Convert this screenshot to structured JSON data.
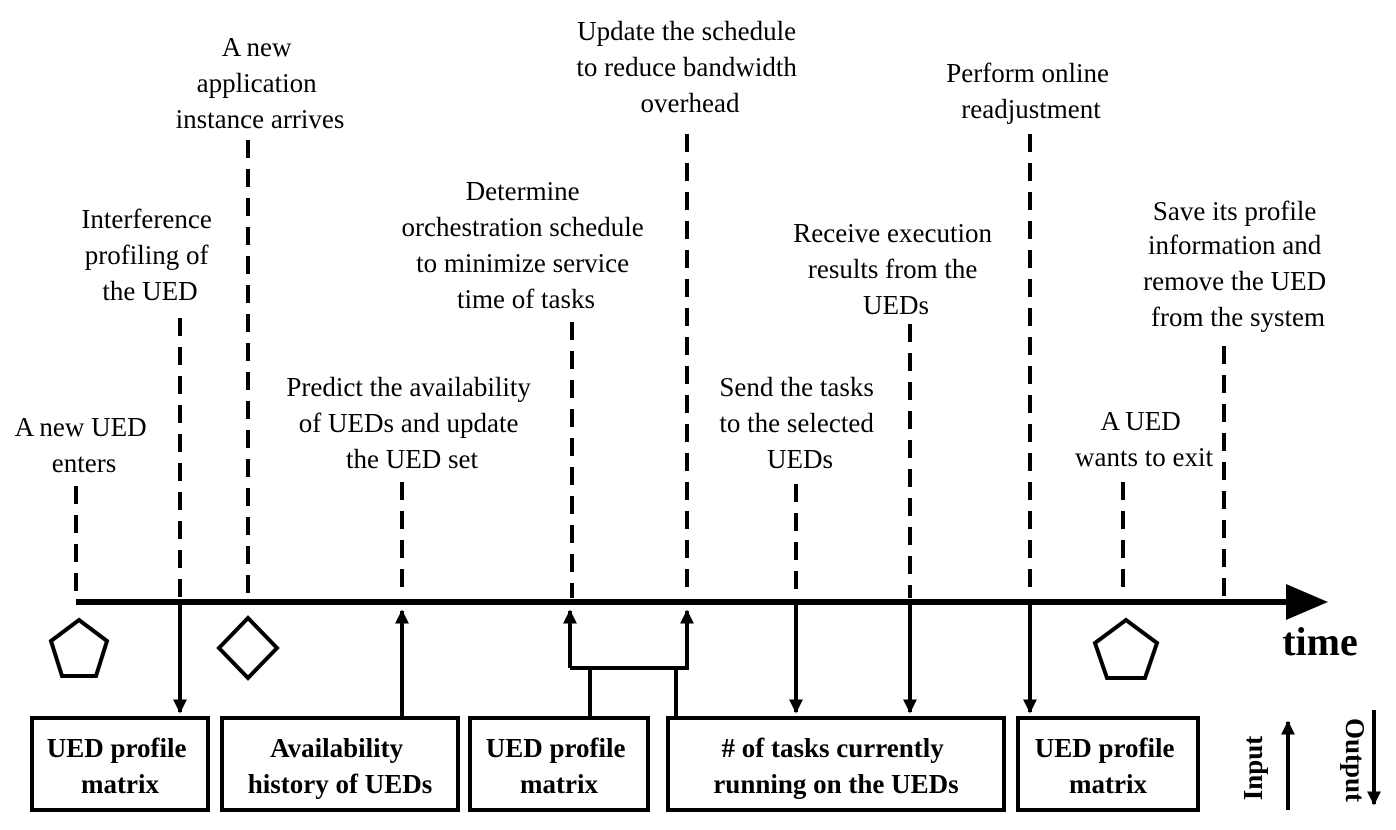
{
  "diagram": {
    "axis_label": "time",
    "events": [
      {
        "id": "ued-enters",
        "lines": [
          "A new UED",
          "enters"
        ]
      },
      {
        "id": "interference-profiling",
        "lines": [
          "Interference",
          "profiling of",
          "the UED"
        ]
      },
      {
        "id": "new-app-instance",
        "lines": [
          "A new",
          "application",
          "instance arrives"
        ]
      },
      {
        "id": "predict-availability",
        "lines": [
          "Predict the availability",
          "of UEDs and update",
          "the UED set"
        ]
      },
      {
        "id": "determine-schedule",
        "lines": [
          "Determine",
          "orchestration schedule",
          "to minimize service",
          "time of tasks"
        ]
      },
      {
        "id": "update-schedule",
        "lines": [
          "Update the schedule",
          "to reduce bandwidth",
          "overhead"
        ]
      },
      {
        "id": "send-tasks",
        "lines": [
          "Send the tasks",
          "to the selected",
          "UEDs"
        ]
      },
      {
        "id": "receive-results",
        "lines": [
          "Receive execution",
          "results from the",
          "UEDs"
        ]
      },
      {
        "id": "online-readjustment",
        "lines": [
          "Perform online",
          "readjustment"
        ]
      },
      {
        "id": "ued-exit",
        "lines": [
          "A UED",
          "wants to exit"
        ]
      },
      {
        "id": "save-profile",
        "lines": [
          "Save its profile",
          "information and",
          "remove the UED",
          "from the system"
        ]
      }
    ],
    "boxes": [
      {
        "id": "ued-profile-matrix-1",
        "lines": [
          "UED profile",
          "matrix"
        ]
      },
      {
        "id": "availability-history",
        "lines": [
          "Availability",
          "history of UEDs"
        ]
      },
      {
        "id": "ued-profile-matrix-2",
        "lines": [
          "UED profile",
          "matrix"
        ]
      },
      {
        "id": "tasks-running",
        "lines": [
          "# of tasks currently",
          "running on the UEDs"
        ]
      },
      {
        "id": "ued-profile-matrix-3",
        "lines": [
          "UED profile",
          "matrix"
        ]
      }
    ],
    "legend": {
      "input": "Input",
      "output": "Output"
    }
  }
}
